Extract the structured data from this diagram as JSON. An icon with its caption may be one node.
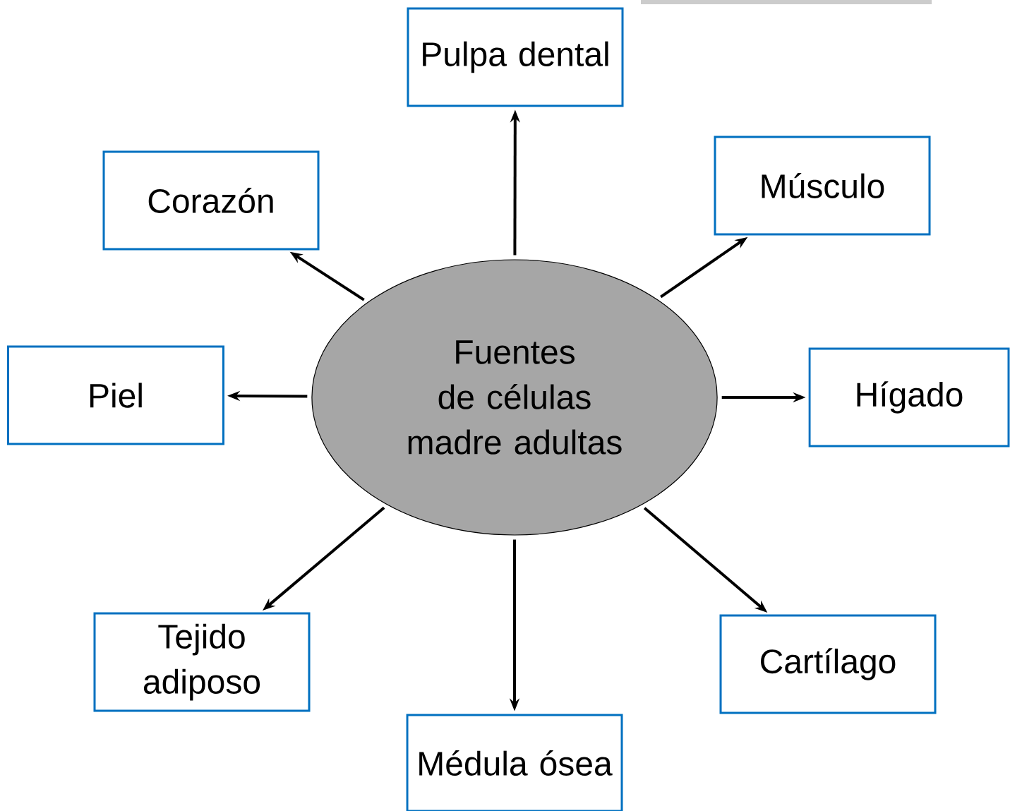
{
  "diagram": {
    "nodes": [
      {
        "text": [
          "Fuentes de células madre adultas"
        ]
      },
      {
        "text": [
          "Pulpa dental"
        ]
      },
      {
        "text": [
          "Corazón"
        ]
      },
      {
        "text": [
          "Músculo"
        ]
      },
      {
        "text": [
          "Piel"
        ]
      },
      {
        "text": [
          "Hígado"
        ]
      },
      {
        "text": [
          "Tejido adiposo"
        ]
      },
      {
        "text": [
          "Cartílago"
        ]
      },
      {
        "text": [
          "Médula ósea"
        ]
      }
    ],
    "edges": [
      {
        "from": 0,
        "to": 1,
        "arrow": "to"
      },
      {
        "from": 0,
        "to": 2,
        "arrow": "to"
      },
      {
        "from": 0,
        "to": 3,
        "arrow": "to"
      },
      {
        "from": 0,
        "to": 4,
        "arrow": "to"
      },
      {
        "from": 0,
        "to": 5,
        "arrow": "to"
      },
      {
        "from": 0,
        "to": 6,
        "arrow": "to"
      },
      {
        "from": 0,
        "to": 7,
        "arrow": "to"
      },
      {
        "from": 0,
        "to": 8,
        "arrow": "to"
      }
    ]
  }
}
